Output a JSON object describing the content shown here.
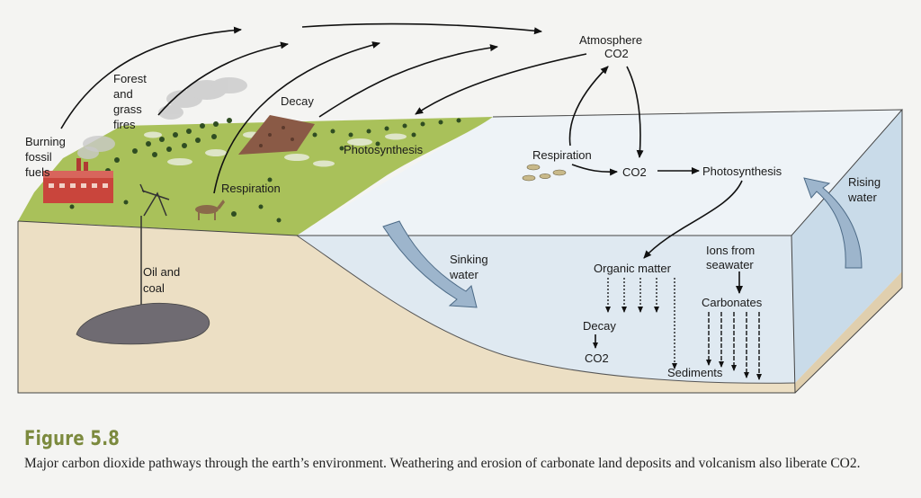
{
  "diagram": {
    "labels": {
      "atmosphere": "Atmosphere",
      "co2_atmosphere": "CO2",
      "forest_fires": [
        "Forest",
        "and",
        "grass",
        "fires"
      ],
      "burning_fossil_fuels": [
        "Burning",
        "fossil",
        "fuels"
      ],
      "decay_land": "Decay",
      "photosynthesis_land": "Photosynthesis",
      "respiration_land": "Respiration",
      "respiration_ocean": "Respiration",
      "co2_ocean": "CO2",
      "photosynthesis_ocean": "Photosynthesis",
      "rising_water": [
        "Rising",
        "water"
      ],
      "sinking_water": [
        "Sinking",
        "water"
      ],
      "oil_and_coal": [
        "Oil and",
        "coal"
      ],
      "organic_matter": "Organic matter",
      "ions_from_seawater": [
        "Ions from",
        "seawater"
      ],
      "carbonates": "Carbonates",
      "decay_ocean": "Decay",
      "co2_bottom": "CO2",
      "sediments": "Sediments"
    },
    "colors": {
      "land": "#a9c15a",
      "soil": "#ecdfc4",
      "ocean_top": "#e9f0f5",
      "ocean_side": "#dbe7f0",
      "water_arrow": "#9db5cc",
      "factory": "#c9453c",
      "oil": "#6f6b72"
    }
  },
  "caption": {
    "title": "Figure 5.8",
    "text": "Major carbon dioxide pathways through the earth’s environment. Weathering and erosion of carbonate land deposits and volcanism also liberate CO2."
  }
}
